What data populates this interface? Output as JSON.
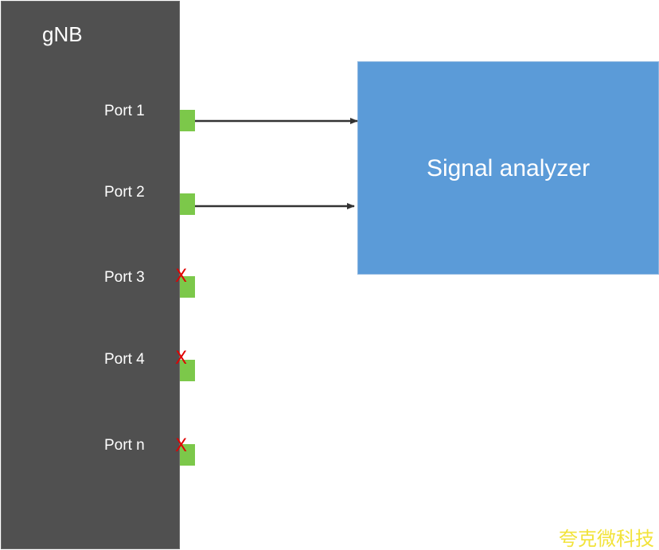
{
  "gnb": {
    "title": "gNB",
    "ports": [
      {
        "label": "Port 1",
        "connected": true
      },
      {
        "label": "Port 2",
        "connected": true
      },
      {
        "label": "Port 3",
        "connected": false
      },
      {
        "label": "Port 4",
        "connected": false
      },
      {
        "label": "Port n",
        "connected": false
      }
    ]
  },
  "analyzer": {
    "label": "Signal analyzer"
  },
  "disconnected_mark": "X",
  "watermark": "夸克微科技",
  "colors": {
    "gnb_fill": "#505050",
    "port_connector": "#7cc84a",
    "analyzer_fill": "#5b9bd8",
    "cross": "#e00000",
    "arrow": "#333333",
    "watermark": "#f2e33a"
  }
}
